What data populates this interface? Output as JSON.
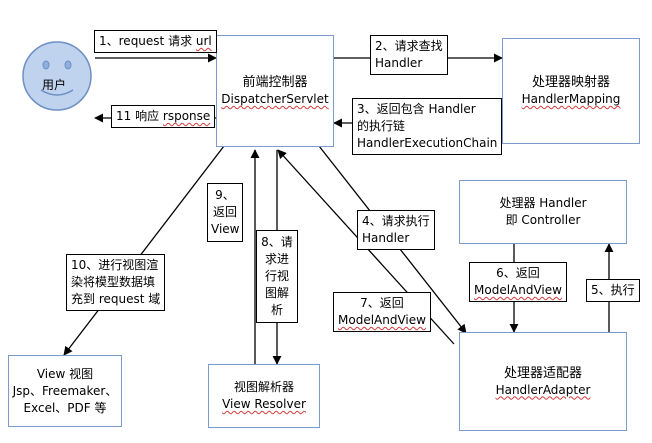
{
  "user": {
    "label": "用户"
  },
  "dispatcher": {
    "title": "前端控制器",
    "name": "DispatcherServlet"
  },
  "mapping": {
    "title": "处理器映射器",
    "name": "HandlerMapping"
  },
  "handler": {
    "title": "处理器 Handler",
    "name_prefix": "即 ",
    "name": "Controller"
  },
  "adapter": {
    "title": "处理器适配器",
    "name": "HandlerAdapter"
  },
  "resolver": {
    "title": "视图解析器",
    "name": "View Resolver"
  },
  "view": {
    "line1": "View 视图",
    "line2": "Jsp、Freemaker、",
    "line3": "Excel、PDF 等"
  },
  "steps": {
    "s1": {
      "prefix": "1、request 请求 ",
      "word": "url"
    },
    "s2": {
      "line1": "2、请求查找",
      "line2": "Handler"
    },
    "s3": {
      "line1": "3、返回包含 Handler",
      "line2": "的执行链",
      "line3": "HandlerExecutionChain"
    },
    "s4": {
      "line1": "4、请求执行",
      "line2": "Handler"
    },
    "s5": {
      "text": "5、执行"
    },
    "s6": {
      "line1": "6、返回",
      "line2": "ModelAndView"
    },
    "s7": {
      "line1": "7、返回",
      "line2": "ModelAndView"
    },
    "s8": {
      "text": "8、请求进行视图解析"
    },
    "s9": {
      "text": "9、返回View"
    },
    "s10": {
      "line1": "10、进行视图渲",
      "line2": "染将模型数据填",
      "line3": "充到 request 域"
    },
    "s11": {
      "prefix": "11 响应 ",
      "word": "rsponse"
    }
  },
  "colors": {
    "box_border": "#7b9bc9",
    "face_fill": "#bfd3ee",
    "face_stroke": "#6d8fc4",
    "arrow": "#000000",
    "spell_underline": "#d23c3c"
  }
}
